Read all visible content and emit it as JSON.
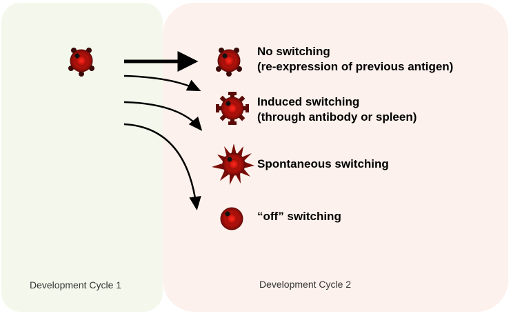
{
  "panels": {
    "cycle1": {
      "label": "Development Cycle 1",
      "fill": "#f4f8ec"
    },
    "cycle2": {
      "label": "Development Cycle 2",
      "fill": "#fcf1ec"
    }
  },
  "outcomes": [
    {
      "line1": "No switching",
      "line2": "(re-expression of previous antigen)",
      "cell_icon": "knobbed-cell-icon"
    },
    {
      "line1": "Induced switching",
      "line2": "(through antibody or spleen)",
      "cell_icon": "cross-armed-cell-icon"
    },
    {
      "line1": "Spontaneous switching",
      "line2": "",
      "cell_icon": "spiked-cell-icon"
    },
    {
      "line1": "“off” switching",
      "line2": "",
      "cell_icon": "plain-cell-icon"
    }
  ],
  "colors": {
    "cell_outer": "#8b0f0a",
    "cell_inner": "#c8140e",
    "cell_core": "#e01a12",
    "cell_dark": "#3a0a08",
    "arrow": "#000000"
  }
}
